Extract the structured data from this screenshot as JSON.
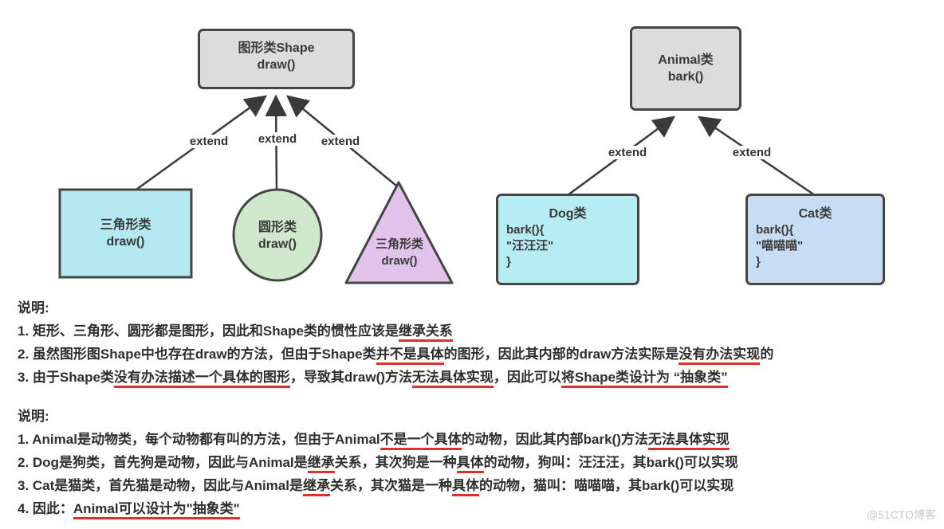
{
  "colors": {
    "parent_box_fill": "#dcdcdc",
    "node_border": "#454545",
    "rectangle_fill": "#b4e9f2",
    "circle_fill": "#cfe7ca",
    "triangle_fill": "#e1c3ec",
    "dog_box_fill": "#b6edf4",
    "cat_box_fill": "#c6ddf4",
    "arrow_color": "#3a3a3a",
    "underline_red": "#e0302e",
    "text_dark": "#2e2e2e"
  },
  "shape_diagram": {
    "parent": {
      "title": "图形类Shape",
      "method": "draw()"
    },
    "extend_labels": [
      "extend",
      "extend",
      "extend"
    ],
    "rectangle_node": {
      "title": "三角形类",
      "method": "draw()"
    },
    "circle_node": {
      "title": "圆形类",
      "method": "draw()"
    },
    "triangle_node": {
      "title": "三角形类",
      "method": "draw()"
    }
  },
  "animal_diagram": {
    "parent": {
      "title": "Animal类",
      "method": "bark()"
    },
    "extend_labels": [
      "extend",
      "extend"
    ],
    "dog_node": {
      "title": "Dog类",
      "body": [
        "bark(){",
        "\"汪汪汪\"",
        "}"
      ]
    },
    "cat_node": {
      "title": "Cat类",
      "body": [
        "bark(){",
        "\"喵喵喵\"",
        "}"
      ]
    }
  },
  "notes_shape": {
    "heading": "说明:",
    "lines": [
      [
        {
          "t": "1. 矩形、三角形、圆形都是图形，因此和Shape类的惯性应该是"
        },
        {
          "t": "继承关系",
          "u": true
        }
      ],
      [
        {
          "t": "2. 虽然图形图Shape中也存在draw的方法，但由于Shape类"
        },
        {
          "t": "并不是具体",
          "u": true
        },
        {
          "t": "的图形，因此其内部的draw方法实际是"
        },
        {
          "t": "没有办法实现",
          "u": true
        },
        {
          "t": "的"
        }
      ],
      [
        {
          "t": "3. 由于Shape类"
        },
        {
          "t": "没有办法描述一个具体的图形",
          "u": true
        },
        {
          "t": "，导致其draw()方法"
        },
        {
          "t": "无法具体实现",
          "u": true
        },
        {
          "t": "，因此可以"
        },
        {
          "t": "将Shape类设计为 “抽象类”",
          "u": true
        }
      ]
    ]
  },
  "notes_animal": {
    "heading": "说明:",
    "lines": [
      [
        {
          "t": "1. Animal是动物类，每个动物都有叫的方法，但由于Animal"
        },
        {
          "t": "不是一个具体",
          "u": true
        },
        {
          "t": "的动物，因此其内部bark()方法"
        },
        {
          "t": "无法具体实现",
          "u": true
        }
      ],
      [
        {
          "t": "2. Dog是狗类，首先狗是动物，因此与Animal是"
        },
        {
          "t": "继承",
          "u": true
        },
        {
          "t": "关系，其次狗是一种"
        },
        {
          "t": "具体",
          "u": true
        },
        {
          "t": "的动物，狗叫：汪汪汪，其bark()可以实现"
        }
      ],
      [
        {
          "t": "3. Cat是猫类，首先猫是动物，因此与Animal是"
        },
        {
          "t": "继承",
          "u": true
        },
        {
          "t": "关系，其次猫是一种"
        },
        {
          "t": "具体",
          "u": true
        },
        {
          "t": "的动物，猫叫：喵喵喵，其bark()可以实现"
        }
      ],
      [
        {
          "t": "4. 因此："
        },
        {
          "t": "Animal可以设计为\"抽象类\"",
          "u": true
        }
      ]
    ]
  },
  "watermark": "@51CTO博客"
}
